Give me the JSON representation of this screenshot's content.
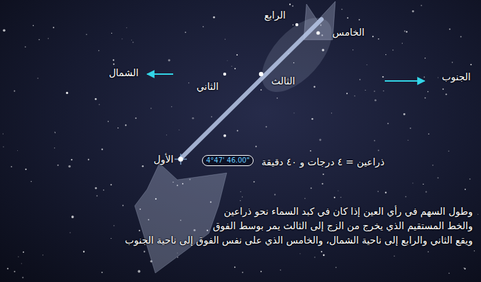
{
  "diagram": {
    "nodes": [
      {
        "text": [
          "4°47' 46.00\""
        ]
      }
    ],
    "labels": [
      "الرابع",
      "الخامس",
      "الشمال",
      "الجنوب",
      "الثاني",
      "الثالث",
      "الأول",
      "ذراعين = ٤ درجات و ٤٠ دقيقة",
      "وطول السهم  في رأي العين إذا كان في كبد السماء نحو ذراعين",
      "والخط المستقيم الذي يخرج من الزج إلى الثالث يمر بوسط الفوق",
      "ويقع الثاني والرابع إلى ناحية الشمال، والخامس الذي على نفس الفوق إلى ناحية الجنوب"
    ]
  }
}
